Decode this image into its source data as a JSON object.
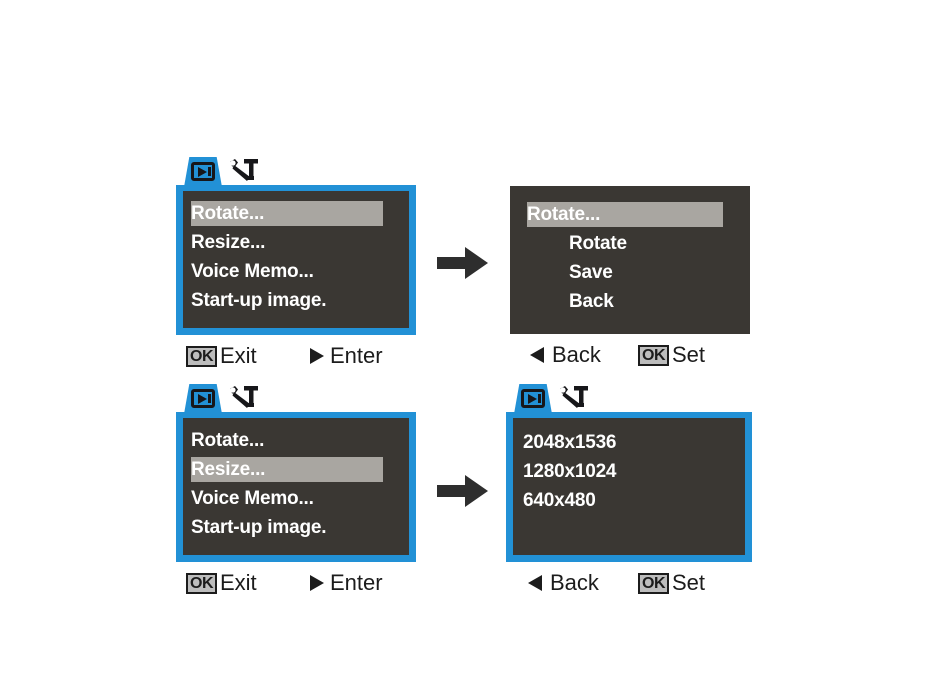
{
  "meta": {
    "background": "#ffffff",
    "accent_blue": "#2291d6",
    "lcd_background": "#3a3733",
    "highlight_grey": "#a9a6a1",
    "text_white": "#ffffff",
    "text_black": "#1c1c1c"
  },
  "tabs": {
    "playback": {
      "icon": "playback-icon",
      "state": "active"
    },
    "setup": {
      "icon": "wrench-setup-icon",
      "state": "inactive"
    }
  },
  "panels": [
    {
      "id": "playback-menu-rotate",
      "framed": true,
      "tabs": true,
      "items": [
        {
          "label": "Rotate...",
          "selected": true,
          "indent": false
        },
        {
          "label": "Resize...",
          "selected": false,
          "indent": false
        },
        {
          "label": "Voice Memo...",
          "selected": false,
          "indent": false
        },
        {
          "label": "Start-up image.",
          "selected": false,
          "indent": false
        }
      ],
      "hints": [
        {
          "key": "OK",
          "label": "Exit",
          "glyph": "ok-box"
        },
        {
          "key": "",
          "label": "Enter",
          "glyph": "arrow-right"
        }
      ]
    },
    {
      "id": "rotate-submenu",
      "framed": false,
      "tabs": false,
      "items": [
        {
          "label": "Rotate...",
          "selected": true,
          "indent": false
        },
        {
          "label": "Rotate",
          "selected": false,
          "indent": true
        },
        {
          "label": "Save",
          "selected": false,
          "indent": true
        },
        {
          "label": "Back",
          "selected": false,
          "indent": true
        }
      ],
      "hints": [
        {
          "key": "",
          "label": "Back",
          "glyph": "arrow-left"
        },
        {
          "key": "OK",
          "label": "Set",
          "glyph": "ok-box"
        }
      ]
    },
    {
      "id": "playback-menu-resize",
      "framed": true,
      "tabs": true,
      "items": [
        {
          "label": "Rotate...",
          "selected": false,
          "indent": false
        },
        {
          "label": "Resize...",
          "selected": true,
          "indent": false
        },
        {
          "label": "Voice Memo...",
          "selected": false,
          "indent": false
        },
        {
          "label": "Start-up image.",
          "selected": false,
          "indent": false
        }
      ],
      "hints": [
        {
          "key": "OK",
          "label": "Exit",
          "glyph": "ok-box"
        },
        {
          "key": "",
          "label": "Enter",
          "glyph": "arrow-right"
        }
      ]
    },
    {
      "id": "resize-submenu",
      "framed": true,
      "tabs": true,
      "items": [
        {
          "label": "2048x1536",
          "selected": false,
          "indent": false
        },
        {
          "label": "1280x1024",
          "selected": false,
          "indent": false
        },
        {
          "label": "640x480",
          "selected": false,
          "indent": false
        }
      ],
      "hints": [
        {
          "key": "",
          "label": "Back",
          "glyph": "arrow-left"
        },
        {
          "key": "OK",
          "label": "Set",
          "glyph": "ok-box"
        }
      ]
    }
  ],
  "flow_arrows": [
    {
      "name": "flow-arrow-top",
      "direction": "right"
    },
    {
      "name": "flow-arrow-bottom",
      "direction": "right"
    }
  ]
}
